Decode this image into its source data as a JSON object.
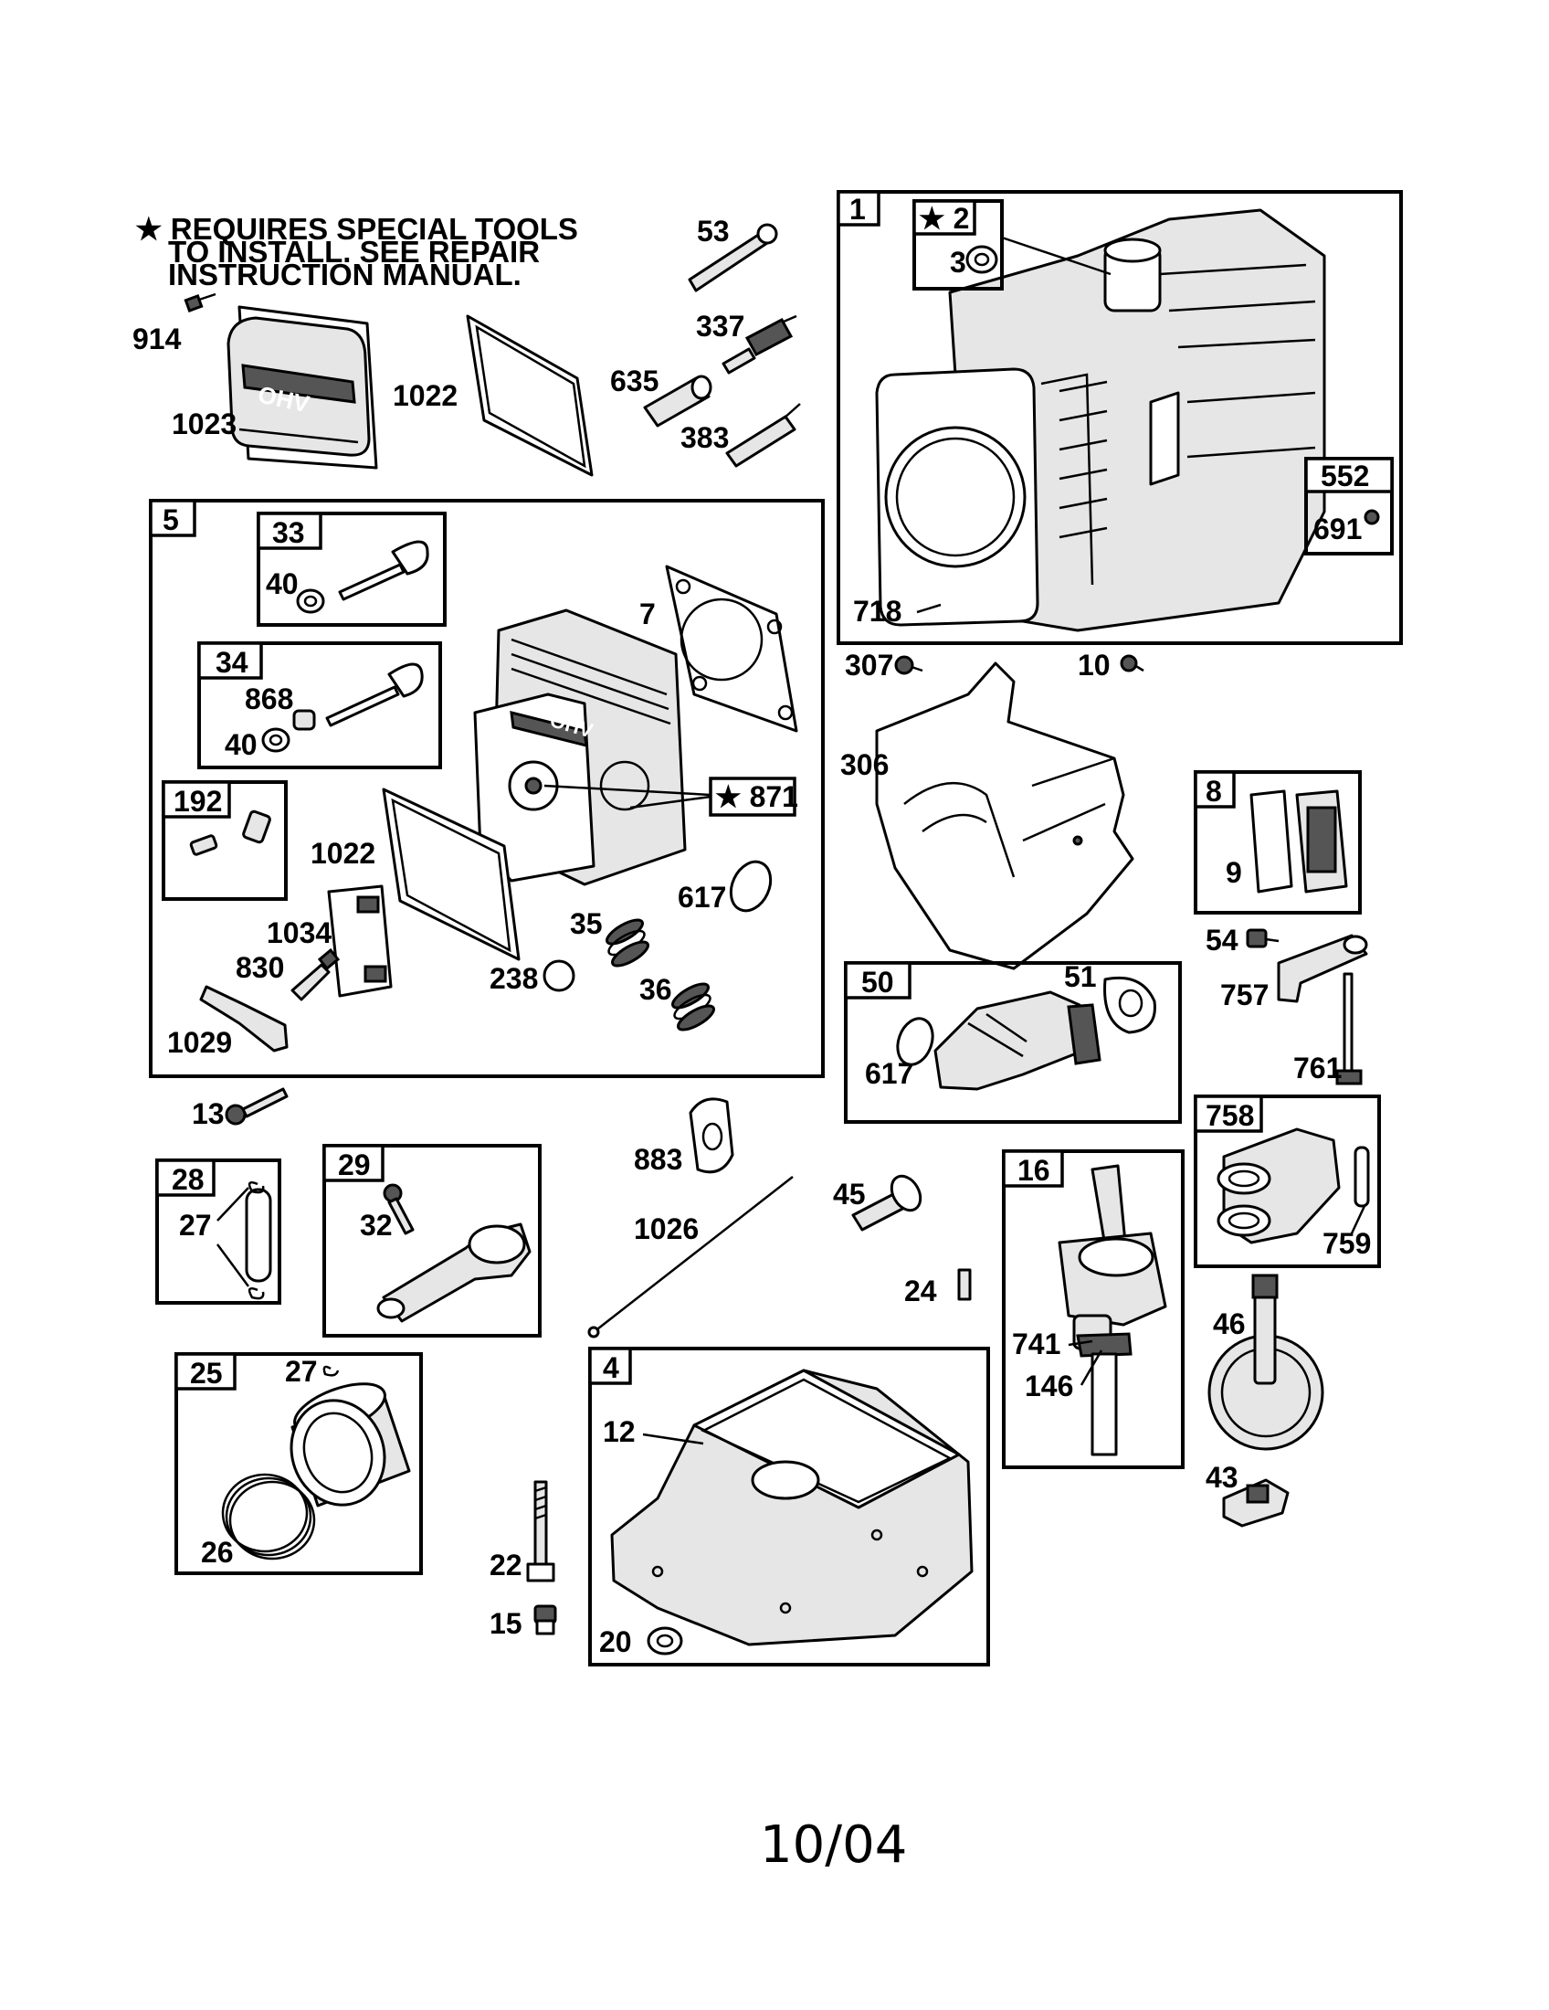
{
  "note": {
    "line1": "★ REQUIRES SPECIAL TOOLS",
    "line2": "TO INSTALL.  SEE REPAIR",
    "line3": "INSTRUCTION MANUAL."
  },
  "footer": {
    "date": "10/04"
  },
  "labels": {
    "p53": "53",
    "p914": "914",
    "p1022a": "1022",
    "p1023": "1023",
    "p337": "337",
    "p635": "635",
    "p383": "383",
    "p1": "1",
    "p2": "★ 2",
    "p3": "3",
    "p552": "552",
    "p691": "691",
    "p718": "718",
    "p5": "5",
    "p33": "33",
    "p40a": "40",
    "p7": "7",
    "p34": "34",
    "p868": "868",
    "p40b": "40",
    "p192": "192",
    "p871": "★ 871",
    "p1022b": "1022",
    "p617a": "617",
    "p1034": "1034",
    "p35": "35",
    "p238": "238",
    "p830": "830",
    "p36": "36",
    "p1029": "1029",
    "p307": "307",
    "p10": "10",
    "p306": "306",
    "p8": "8",
    "p9": "9",
    "p54": "54",
    "p757": "757",
    "p50": "50",
    "p51": "51",
    "p617b": "617",
    "p761": "761",
    "p13": "13",
    "p883": "883",
    "p28": "28",
    "p27a": "27",
    "p29": "29",
    "p32": "32",
    "p45": "45",
    "p1026": "1026",
    "p758": "758",
    "p759": "759",
    "p16": "16",
    "p24": "24",
    "p46": "46",
    "p741": "741",
    "p146": "146",
    "p25": "25",
    "p27b": "27",
    "p26": "26",
    "p4": "4",
    "p12": "12",
    "p22": "22",
    "p15": "15",
    "p20": "20",
    "p43": "43"
  }
}
